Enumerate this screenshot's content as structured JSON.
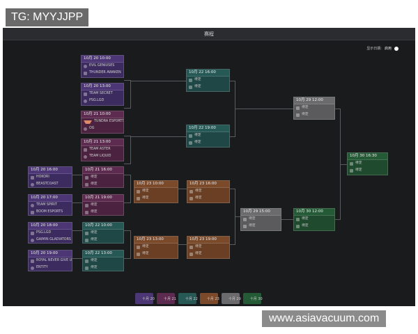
{
  "watermark_top": "TG: MYYJJPP",
  "watermark_bottom": "www.asiavacuum.com",
  "window_title": "赛程",
  "toggle": {
    "label": "显示日期:",
    "state": "启用"
  },
  "tbd": "待定",
  "round1": [
    {
      "time": "10月 20 16:00",
      "team1": "HOKORI",
      "team2": "BEASTCOAST"
    },
    {
      "time": "10月 20 17:00",
      "team1": "TEAM SPIRIT",
      "team2": "BOOM ESPORTS"
    },
    {
      "time": "10月 20 18:00",
      "team1": "PSG.LGD",
      "team2": "GAIMIN GLADIATORS"
    },
    {
      "time": "10月 20 19:00",
      "team1": "ROYAL NEVER GIVE UP",
      "team2": "ENTITY"
    }
  ],
  "upper_r1": [
    {
      "time": "10月 20 10:00",
      "team1": "EVIL GENIUSES",
      "team2": "THUNDER AWAKEN"
    },
    {
      "time": "10月 20 13:00",
      "team1": "TEAM SECRET",
      "team2": "PSG.LGD"
    },
    {
      "time": "10月 21 10:00",
      "team1": "TUNDRA ESPORTS",
      "team2": "OG"
    },
    {
      "time": "10月 21 13:00",
      "team1": "TEAM ASTER",
      "team2": "TEAM LIQUID"
    }
  ],
  "lower_r2": [
    {
      "time": "10月 21 16:00"
    },
    {
      "time": "10月 21 19:00"
    },
    {
      "time": "10月 22 10:00"
    },
    {
      "time": "10月 22 13:00"
    }
  ],
  "upper_r2": [
    {
      "time": "10月 22 16:00"
    },
    {
      "time": "10月 22 19:00"
    }
  ],
  "lower_r3": [
    {
      "time": "10月 23 10:00"
    },
    {
      "time": "10月 23 13:00"
    }
  ],
  "lower_r4": [
    {
      "time": "10月 23 16:00"
    },
    {
      "time": "10月 23 19:00"
    }
  ],
  "upper_final": {
    "time": "10月 29 12:00"
  },
  "lower_r5": {
    "time": "10月 29 15:00"
  },
  "lower_final": {
    "time": "10月 30 12:00"
  },
  "grand_final": {
    "time": "10月 30 16:30"
  },
  "legend": [
    "十月 20",
    "十月 21",
    "十月 22",
    "十月 23",
    "十月 29",
    "十月 30"
  ],
  "colors": {
    "oct20": "#4c3675",
    "oct21": "#5d2b4f",
    "oct22": "#265856",
    "oct23": "#7b4a2b",
    "oct29": "#6b6b6e",
    "oct30": "#255a37"
  }
}
